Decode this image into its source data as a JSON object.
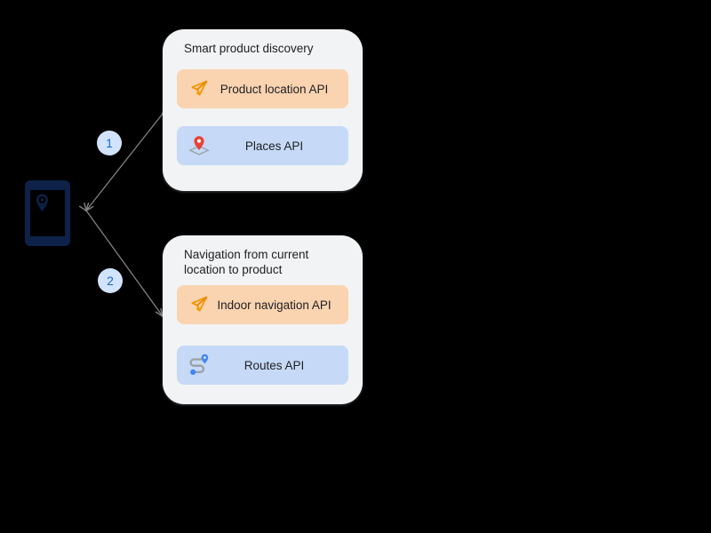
{
  "diagram": {
    "background_color": "#000000",
    "device": {
      "icon": "mobile-phone",
      "color": "#0d2149",
      "screen_icon": "location-target-icon"
    },
    "steps": [
      {
        "number": "1",
        "badge_bg": "#d2e3fc",
        "badge_fg": "#1967d2"
      },
      {
        "number": "2",
        "badge_bg": "#d2e3fc",
        "badge_fg": "#1967d2"
      }
    ],
    "connector_color": "#808080",
    "cards": [
      {
        "title": "Smart product discovery",
        "bg": "#f1f3f4",
        "items": [
          {
            "label": "Product location API",
            "icon": "navigation-arrow-icon",
            "style": "orange",
            "bg": "#fad3b0"
          },
          {
            "label": "Places API",
            "icon": "map-pin-icon",
            "style": "blue",
            "bg": "#c6d9f7"
          }
        ]
      },
      {
        "title": "Navigation from current\nlocation to product",
        "bg": "#f1f3f4",
        "items": [
          {
            "label": "Indoor navigation API",
            "icon": "navigation-arrow-icon",
            "style": "orange",
            "bg": "#fad3b0"
          },
          {
            "label": "Routes API",
            "icon": "route-path-icon",
            "style": "blue",
            "bg": "#c6d9f7"
          }
        ]
      }
    ]
  }
}
